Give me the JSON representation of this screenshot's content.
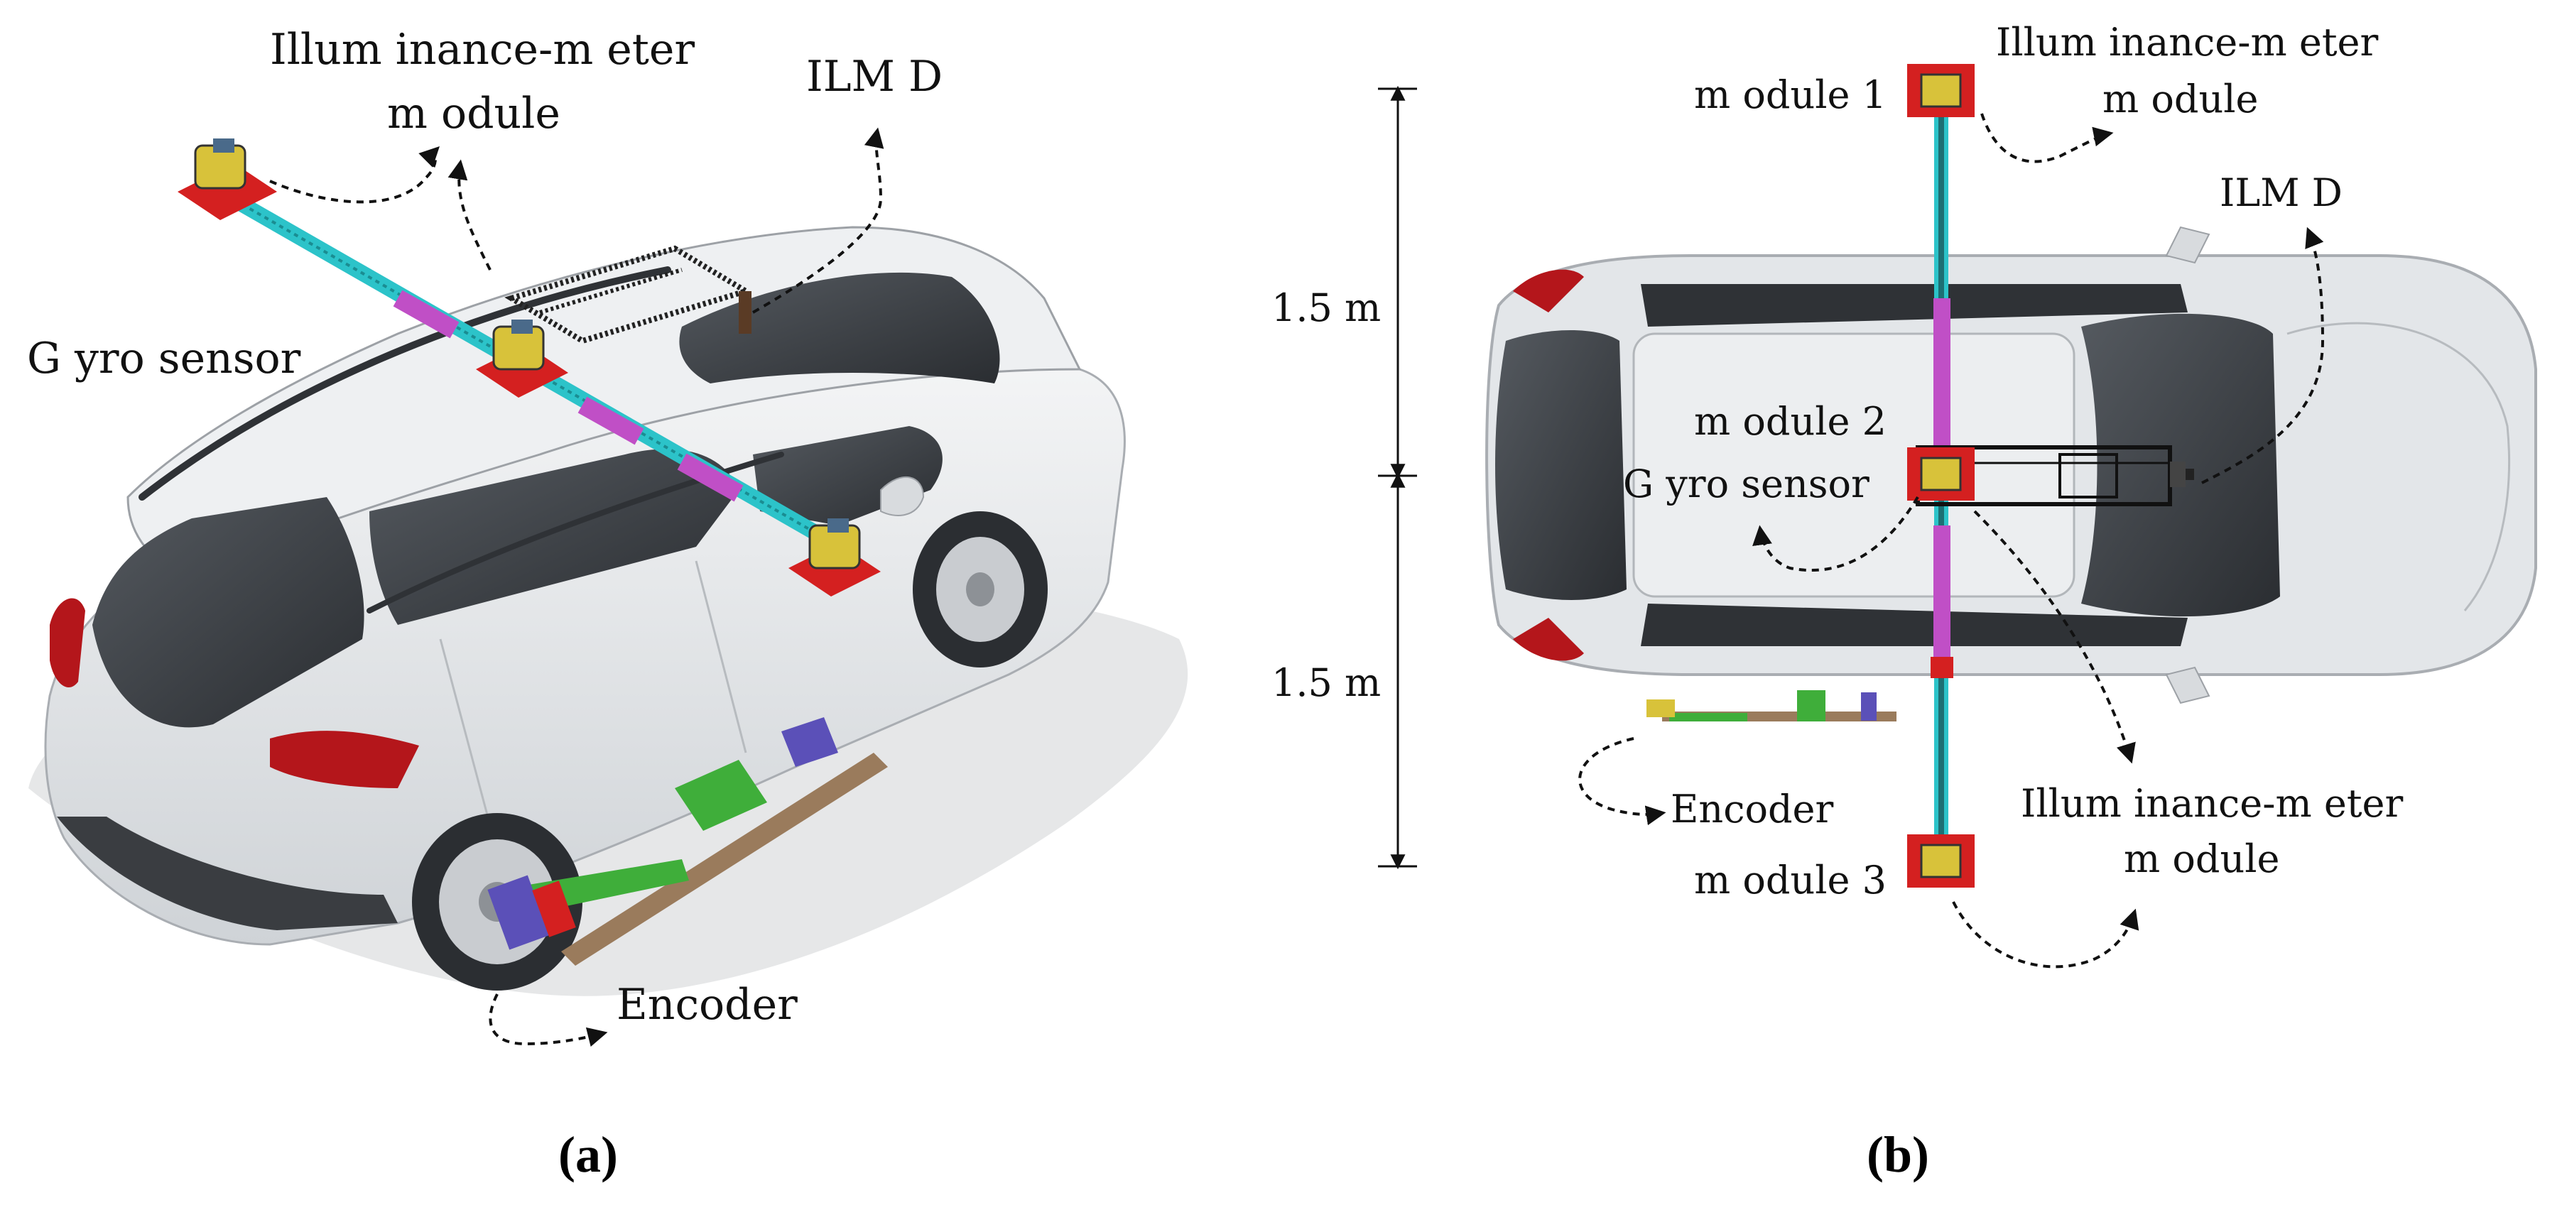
{
  "figure": {
    "panel_a": {
      "caption": "(a)",
      "labels": {
        "illuminance_module": "Illum inance-m eter",
        "illuminance_module_2": "m odule",
        "ilmd": "ILM D",
        "gyro": "G yro sensor",
        "encoder": "Encoder"
      }
    },
    "panel_b": {
      "caption": "(b)",
      "labels": {
        "module1": "m odule 1",
        "module2": "m odule 2",
        "module3": "m odule 3",
        "illuminance_top_1": "Illum inance-m eter",
        "illuminance_top_2": "m odule",
        "ilmd": "ILM D",
        "gyro": "G yro sensor",
        "encoder": "Encoder",
        "illuminance_bottom_1": "Illum inance-m eter",
        "illuminance_bottom_2": "m odule",
        "dim_upper": "1.5 m",
        "dim_lower": "1.5 m"
      }
    },
    "colors": {
      "car_body": "#e3e6e9",
      "car_shadow": "#c9ccd0",
      "glass": "#3b3f44",
      "taillight": "#b4161b",
      "rail_cyan": "#2cc3c9",
      "rail_magenta": "#c04fc6",
      "module_red": "#d42020",
      "module_yellow": "#d8c23a",
      "encoder_green": "#3fae3a",
      "encoder_purple": "#5b50b8",
      "encoder_brown": "#9a7b5c"
    }
  }
}
